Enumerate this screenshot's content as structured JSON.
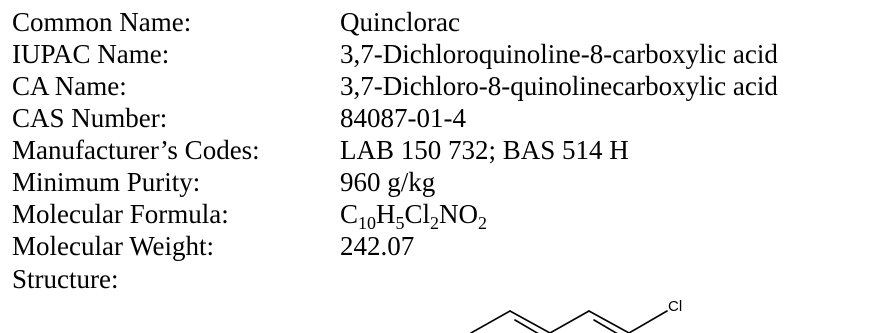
{
  "rows": [
    {
      "label": "Common Name:",
      "value": "Quinclorac"
    },
    {
      "label": "IUPAC Name:",
      "value": "3,7-Dichloroquinoline-8-carboxylic acid"
    },
    {
      "label": "CA Name:",
      "value": "3,7-Dichloro-8-quinolinecarboxylic acid"
    },
    {
      "label": "CAS Number:",
      "value": "84087-01-4"
    },
    {
      "label": "Manufacturer’s Codes:",
      "value": "LAB 150 732; BAS 514 H"
    },
    {
      "label": "Minimum Purity:",
      "value": "960 g/kg"
    },
    {
      "label": "Molecular Formula:",
      "formula": {
        "c": "C",
        "c_n": "10",
        "h": "H",
        "h_n": "5",
        "cl": "Cl",
        "cl_n": "2",
        "no": "NO",
        "o_n": "2"
      }
    },
    {
      "label": "Molecular Weight:",
      "value": "242.07"
    },
    {
      "label": "Structure:"
    }
  ],
  "structure": {
    "substituent": "Cl"
  }
}
